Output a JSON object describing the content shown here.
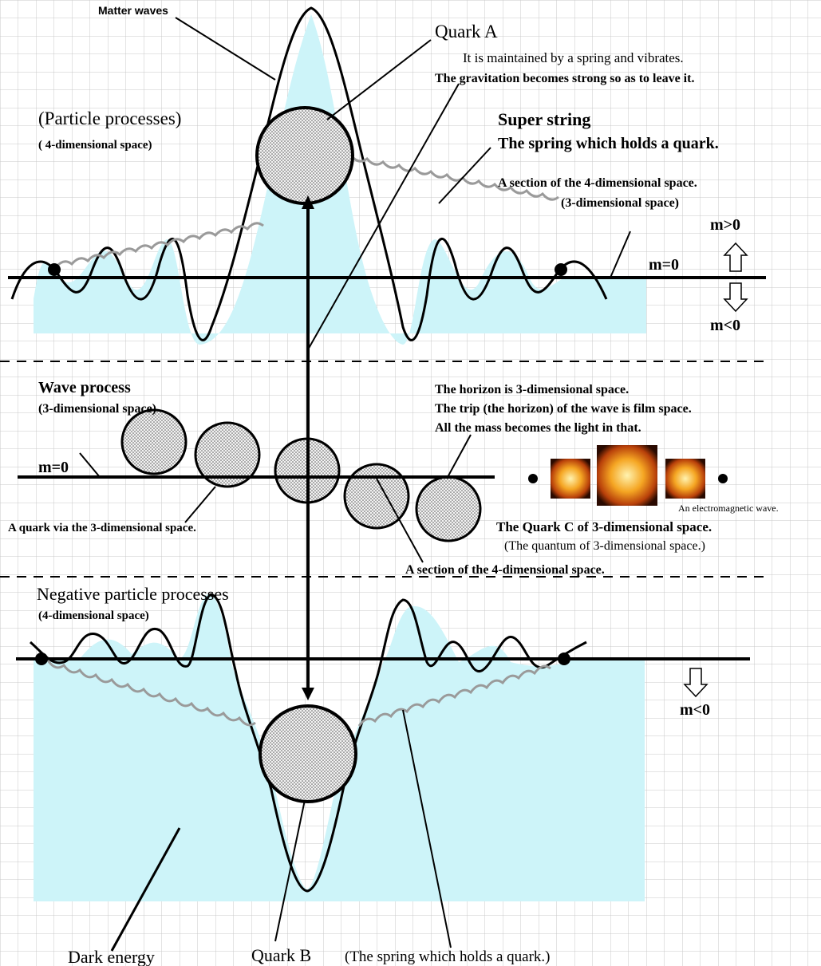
{
  "colors": {
    "background": "#ffffff",
    "grid": "#c8c8c8",
    "fill": "#cdf4f9",
    "ink": "#000000",
    "spring": "#9a9a9a",
    "glow_core": "#fff3b0",
    "glow_mid": "#f5a623",
    "glow_edge": "#2a0a00"
  },
  "labels": {
    "matter_waves": "Matter waves",
    "quark_a": "Quark A",
    "spring_vibrates": "It is maintained by a spring and vibrates.",
    "gravitation": "The gravitation becomes strong so as to leave it.",
    "particle_processes": "(Particle processes)",
    "four_dim_space_top": "( 4-dimensional space)",
    "super_string": "Super string",
    "spring_holds_quark": "The spring which holds a quark.",
    "section_4d_top": "A section of the 4-dimensional space.",
    "three_dim_space_top": "(3-dimensional space)",
    "m_gt_0": "m>0",
    "m_eq_0_top": "m=0",
    "m_lt_0_top": "m<0",
    "wave_process": "Wave process",
    "three_dim_space_mid": "(3-dimensional space)",
    "m_eq_0_mid": "m=0",
    "horizon_1": "The horizon is 3-dimensional space.",
    "horizon_2": "The trip (the horizon) of the wave is film space.",
    "horizon_3": "All the mass becomes the light in that.",
    "em_wave": "An electromagnetic wave.",
    "quark_via": "A quark via the 3-dimensional space.",
    "quark_c": "The Quark C of 3-dimensional space.",
    "quantum": "(The quantum of 3-dimensional space.)",
    "section_4d_mid": "A section of the 4-dimensional space.",
    "negative_particle": "Negative particle processes",
    "four_dim_space_bottom": "(4-dimensional space)",
    "m_lt_0_bottom": "m<0",
    "dark_energy": "Dark energy",
    "quark_b": "Quark B",
    "spring_holds_quark_bottom": "(The spring which holds a quark.)"
  },
  "icons": {
    "up_arrow": "hollow-up-arrow-icon",
    "down_arrow": "hollow-down-arrow-icon"
  }
}
